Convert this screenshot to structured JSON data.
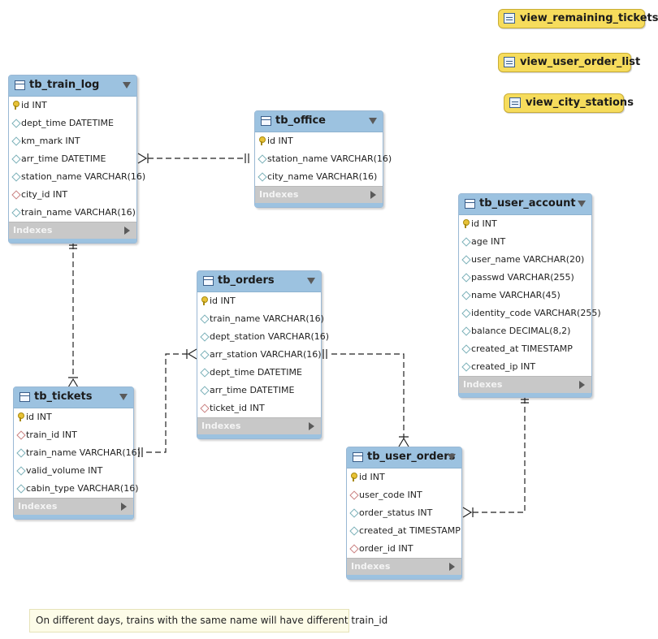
{
  "views": [
    {
      "name": "view_remaining_tickets"
    },
    {
      "name": "view_user_order_list"
    },
    {
      "name": "view_city_stations"
    }
  ],
  "tables": {
    "tb_train_log": {
      "name": "tb_train_log",
      "columns": [
        {
          "text": "id INT",
          "icon": "primary-key"
        },
        {
          "text": "dept_time DATETIME",
          "icon": "column"
        },
        {
          "text": "km_mark INT",
          "icon": "column"
        },
        {
          "text": "arr_time DATETIME",
          "icon": "column"
        },
        {
          "text": "station_name VARCHAR(16)",
          "icon": "column"
        },
        {
          "text": "city_id INT",
          "icon": "foreign-key"
        },
        {
          "text": "train_name VARCHAR(16)",
          "icon": "column"
        }
      ],
      "indexes_label": "Indexes"
    },
    "tb_office": {
      "name": "tb_office",
      "columns": [
        {
          "text": "id INT",
          "icon": "primary-key"
        },
        {
          "text": "station_name VARCHAR(16)",
          "icon": "column"
        },
        {
          "text": "city_name VARCHAR(16)",
          "icon": "column"
        }
      ],
      "indexes_label": "Indexes"
    },
    "tb_user_account": {
      "name": "tb_user_account",
      "columns": [
        {
          "text": "id INT",
          "icon": "primary-key"
        },
        {
          "text": "age INT",
          "icon": "column"
        },
        {
          "text": "user_name VARCHAR(20)",
          "icon": "column"
        },
        {
          "text": "passwd VARCHAR(255)",
          "icon": "column"
        },
        {
          "text": "name VARCHAR(45)",
          "icon": "column"
        },
        {
          "text": "identity_code VARCHAR(255)",
          "icon": "column"
        },
        {
          "text": "balance DECIMAL(8,2)",
          "icon": "column"
        },
        {
          "text": "created_at TIMESTAMP",
          "icon": "column"
        },
        {
          "text": "created_ip INT",
          "icon": "column"
        }
      ],
      "indexes_label": "Indexes"
    },
    "tb_orders": {
      "name": "tb_orders",
      "columns": [
        {
          "text": "id INT",
          "icon": "primary-key"
        },
        {
          "text": "train_name VARCHAR(16)",
          "icon": "column"
        },
        {
          "text": "dept_station VARCHAR(16)",
          "icon": "column"
        },
        {
          "text": "arr_station VARCHAR(16)",
          "icon": "column"
        },
        {
          "text": "dept_time DATETIME",
          "icon": "column"
        },
        {
          "text": "arr_time DATETIME",
          "icon": "column"
        },
        {
          "text": "ticket_id INT",
          "icon": "foreign-key"
        }
      ],
      "indexes_label": "Indexes"
    },
    "tb_tickets": {
      "name": "tb_tickets",
      "columns": [
        {
          "text": "id INT",
          "icon": "primary-key"
        },
        {
          "text": "train_id INT",
          "icon": "foreign-key"
        },
        {
          "text": "train_name VARCHAR(16)",
          "icon": "column"
        },
        {
          "text": "valid_volume INT",
          "icon": "column"
        },
        {
          "text": "cabin_type VARCHAR(16)",
          "icon": "column"
        }
      ],
      "indexes_label": "Indexes"
    },
    "tb_user_orders": {
      "name": "tb_user_orders",
      "columns": [
        {
          "text": "id INT",
          "icon": "primary-key"
        },
        {
          "text": "user_code INT",
          "icon": "foreign-key"
        },
        {
          "text": "order_status INT",
          "icon": "column"
        },
        {
          "text": "created_at TIMESTAMP",
          "icon": "column"
        },
        {
          "text": "order_id INT",
          "icon": "foreign-key"
        }
      ],
      "indexes_label": "Indexes"
    }
  },
  "note": {
    "text": "On different days, trains with the same name will have different train_id"
  },
  "colors": {
    "table_header": "#9cc2e0",
    "view_fill": "#f6dc5c",
    "indexes_bar": "#c8c8c8",
    "note_fill": "#fdfce8"
  }
}
